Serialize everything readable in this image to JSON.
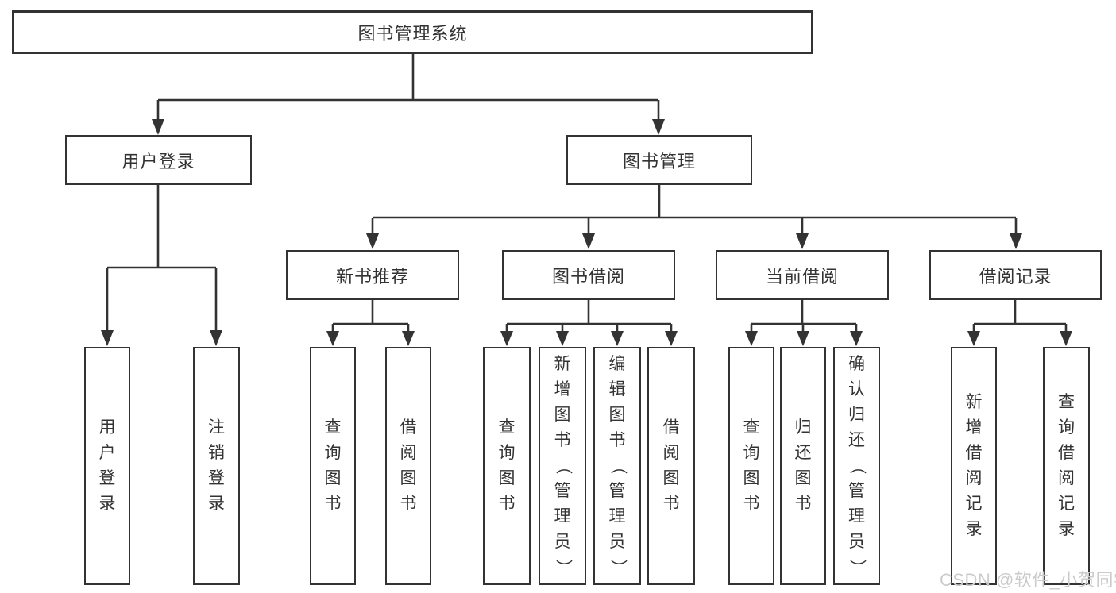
{
  "nodes": {
    "root": {
      "label": "图书管理系统"
    },
    "user_login": {
      "label": "用户登录"
    },
    "book_mgmt": {
      "label": "图书管理"
    },
    "new_book_rec": {
      "label": "新书推荐"
    },
    "book_borrow": {
      "label": "图书借阅"
    },
    "current_borrow": {
      "label": "当前借阅"
    },
    "borrow_records": {
      "label": "借阅记录"
    }
  },
  "leaves": [
    {
      "parent": "user_login",
      "label": "用户登录"
    },
    {
      "parent": "user_login",
      "label": "注销登录"
    },
    {
      "parent": "new_book_rec",
      "label": "查询图书"
    },
    {
      "parent": "new_book_rec",
      "label": "借阅图书"
    },
    {
      "parent": "book_borrow",
      "label": "查询图书"
    },
    {
      "parent": "book_borrow",
      "label": "新增图书（管理员）"
    },
    {
      "parent": "book_borrow",
      "label": "编辑图书（管理员）"
    },
    {
      "parent": "book_borrow",
      "label": "借阅图书"
    },
    {
      "parent": "current_borrow",
      "label": "查询图书"
    },
    {
      "parent": "current_borrow",
      "label": "归还图书"
    },
    {
      "parent": "current_borrow",
      "label": "确认归还（管理员）"
    },
    {
      "parent": "borrow_records",
      "label": "新增借阅记录"
    },
    {
      "parent": "borrow_records",
      "label": "查询借阅记录"
    }
  ],
  "watermark": {
    "text": "CSDN @软件_小贺同学"
  },
  "colors": {
    "line": "#333333",
    "text": "#333333",
    "background": "#ffffff",
    "watermark": "#cbcbcb"
  }
}
